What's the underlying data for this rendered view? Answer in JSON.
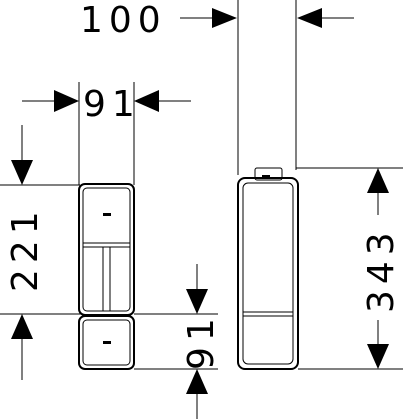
{
  "dimensions": {
    "top_width": "100",
    "left_width": "91",
    "left_height": "221",
    "lower_module_height": "91",
    "right_height": "343"
  }
}
